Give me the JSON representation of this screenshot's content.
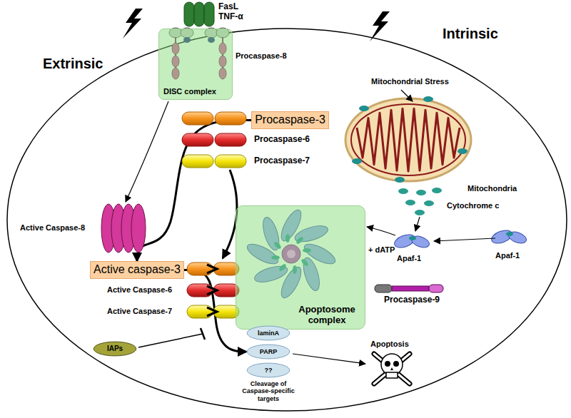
{
  "diagram": {
    "nodes": [
      {
        "text": [
          "DISC complex"
        ]
      },
      {
        "text": [
          "Procaspase-3"
        ]
      },
      {
        "text": [
          "Active caspase-3"
        ]
      },
      {
        "text": [
          "Apoptosome complex"
        ]
      },
      {
        "text": [
          "IAPs"
        ]
      },
      {
        "text": [
          "laminA"
        ]
      },
      {
        "text": [
          "PARP"
        ]
      },
      {
        "text": [
          "??"
        ]
      }
    ],
    "edges": [
      {
        "from": 1,
        "to": 2,
        "arrow": "to"
      },
      {
        "from": 2,
        "to": 6,
        "arrow": "to"
      }
    ],
    "labels": [
      "Extrinsic",
      "Intrinsic",
      "FasL",
      "TNF-α",
      "Procaspase-8",
      "Procaspase-6",
      "Procaspase-7",
      "Mitochondrial Stress",
      "Mitochondria",
      "Cytochrome c",
      "Active Caspase-8",
      "Active Caspase-6",
      "Active Caspase-7",
      "+ dATP",
      "Apaf-1",
      "Apaf-1",
      "Procaspase-9",
      "Cleavage of Caspase-specific targets",
      "Apoptosis"
    ]
  }
}
